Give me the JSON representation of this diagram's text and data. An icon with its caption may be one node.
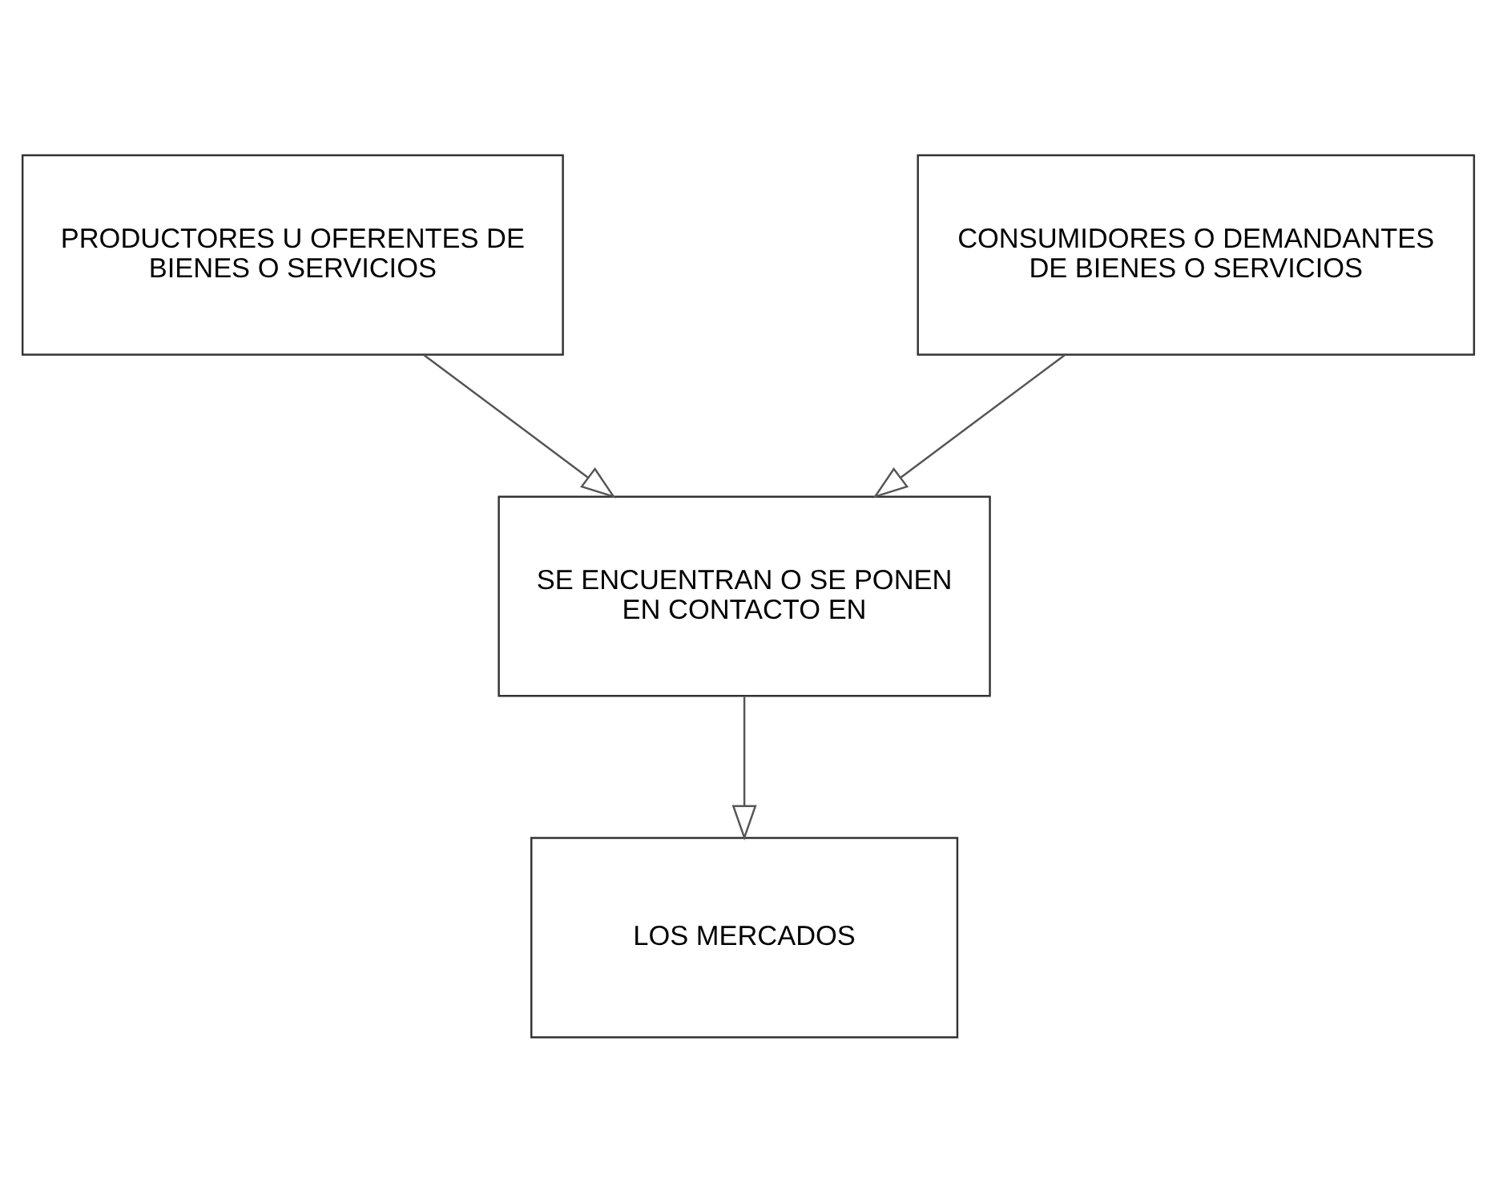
{
  "diagram": {
    "nodes": [
      {
        "text": [
          "PRODUCTORES U OFERENTES DE BIENES O SERVICIOS"
        ]
      },
      {
        "text": [
          "CONSUMIDORES O DEMANDANTES DE BIENES O SERVICIOS"
        ]
      },
      {
        "text": [
          "SE ENCUENTRAN O SE PONEN EN CONTACTO EN"
        ]
      },
      {
        "text": [
          "LOS MERCADOS"
        ]
      }
    ],
    "edges": [
      {
        "from": 0,
        "to": 2,
        "arrow": "to"
      },
      {
        "from": 1,
        "to": 2,
        "arrow": "to"
      },
      {
        "from": 2,
        "to": 3,
        "arrow": "to"
      }
    ]
  }
}
